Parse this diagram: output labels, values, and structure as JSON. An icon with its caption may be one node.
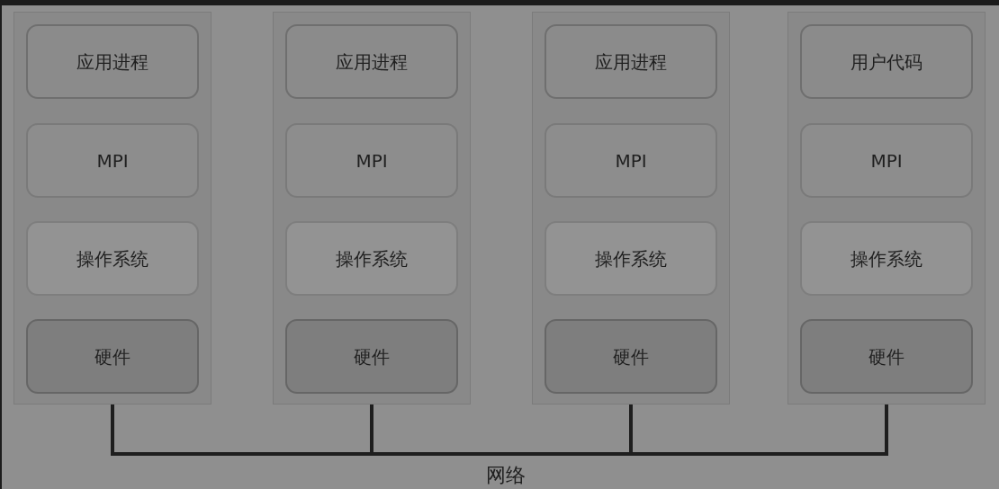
{
  "diagram": {
    "nodes": [
      {
        "text": [],
        "shape": "box"
      },
      {
        "text": [
          "应用进程"
        ],
        "in": 0
      },
      {
        "text": [
          "MPI"
        ],
        "in": 0
      },
      {
        "text": [
          "操作系统"
        ],
        "in": 0
      },
      {
        "text": [
          "硬件"
        ],
        "in": 0
      },
      {
        "text": [],
        "shape": "box"
      },
      {
        "text": [
          "应用进程"
        ],
        "in": 5
      },
      {
        "text": [
          "MPI"
        ],
        "in": 5
      },
      {
        "text": [
          "操作系统"
        ],
        "in": 5
      },
      {
        "text": [
          "硬件"
        ],
        "in": 5
      },
      {
        "text": [],
        "shape": "box"
      },
      {
        "text": [
          "应用进程"
        ],
        "in": 10
      },
      {
        "text": [
          "MPI"
        ],
        "in": 10
      },
      {
        "text": [
          "操作系统"
        ],
        "in": 10
      },
      {
        "text": [
          "硬件"
        ],
        "in": 10
      },
      {
        "text": [],
        "shape": "box"
      },
      {
        "text": [
          "用户代码"
        ],
        "in": 15
      },
      {
        "text": [
          "MPI"
        ],
        "in": 15
      },
      {
        "text": [
          "操作系统"
        ],
        "in": 15
      },
      {
        "text": [
          "硬件"
        ],
        "in": 15
      }
    ],
    "edges": [
      {
        "from": 0,
        "to": 5,
        "arrow": "none"
      },
      {
        "from": 5,
        "to": 10,
        "arrow": "none"
      },
      {
        "from": 10,
        "to": 15,
        "arrow": "none"
      }
    ],
    "labels": [
      "网络"
    ]
  }
}
